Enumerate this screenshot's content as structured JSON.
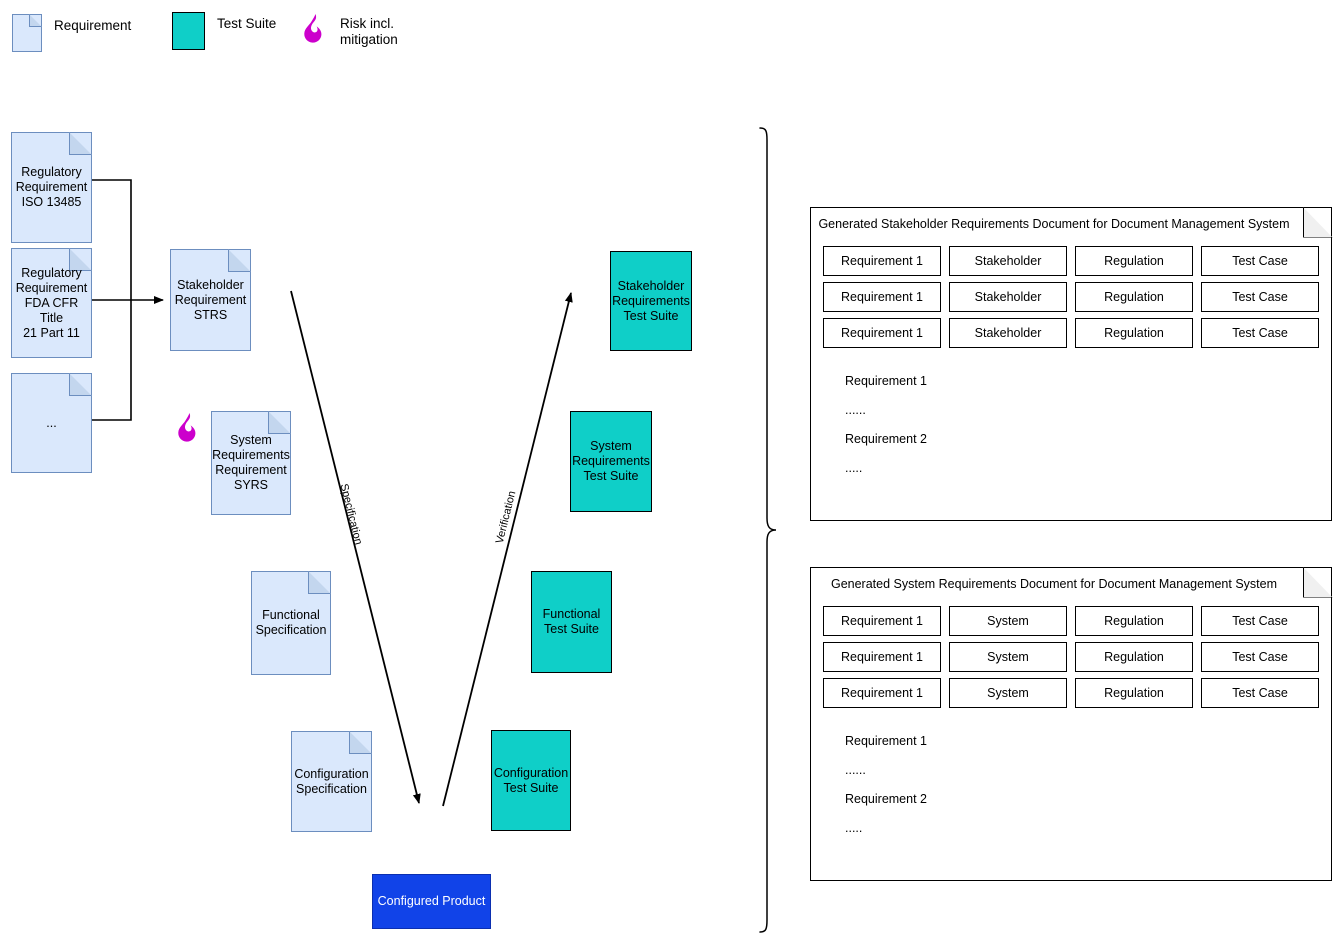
{
  "legend": {
    "items": [
      {
        "id": "requirement",
        "icon": "document-icon",
        "label": "Requirement",
        "color": "#dae8fc"
      },
      {
        "id": "test-suite",
        "icon": "square-icon",
        "label": "Test Suite",
        "color": "#0fcfc8"
      },
      {
        "id": "risk",
        "icon": "flame-icon",
        "label": "Risk incl.\nmitigation",
        "color": "#cc00cc"
      }
    ]
  },
  "vmodel": {
    "left_branch_label": "Specification",
    "right_branch_label": "Verification",
    "requirements": [
      {
        "id": "reg-iso",
        "label": "Regulatory\nRequirement\nISO 13485"
      },
      {
        "id": "reg-fda",
        "label": "Regulatory\nRequirement\nFDA CFR Title\n21 Part 11"
      },
      {
        "id": "reg-more",
        "label": "..."
      },
      {
        "id": "strs",
        "label": "Stakeholder\nRequirement\nSTRS"
      },
      {
        "id": "syrs",
        "label": "System\nRequirements\nRequirement\nSYRS"
      },
      {
        "id": "func-spec",
        "label": "Functional\nSpecification"
      },
      {
        "id": "config-spec",
        "label": "Configuration\nSpecification"
      }
    ],
    "test_suites": [
      {
        "id": "stakeholder-suite",
        "label": "Stakeholder\nRequirements\nTest Suite"
      },
      {
        "id": "system-suite",
        "label": "System\nRequirements\nTest Suite"
      },
      {
        "id": "functional-suite",
        "label": "Functional\nTest Suite"
      },
      {
        "id": "configuration-suite",
        "label": "Configuration\nTest Suite"
      }
    ],
    "product": {
      "id": "configured-product",
      "label": "Configured Product"
    },
    "risk_marker": {
      "id": "syrs-risk",
      "icon": "flame-icon"
    }
  },
  "generated_documents": [
    {
      "id": "stakeholder-doc",
      "title": "Generated Stakeholder Requirements Document for Document Management System",
      "rows": [
        [
          "Requirement 1",
          "Stakeholder",
          "Regulation",
          "Test Case"
        ],
        [
          "Requirement 1",
          "Stakeholder",
          "Regulation",
          "Test Case"
        ],
        [
          "Requirement 1",
          "Stakeholder",
          "Regulation",
          "Test Case"
        ]
      ],
      "body": [
        "Requirement 1",
        "......",
        "Requirement 2",
        "....."
      ]
    },
    {
      "id": "system-doc",
      "title": "Generated System Requirements Document for Document Management System",
      "rows": [
        [
          "Requirement 1",
          "System",
          "Regulation",
          "Test Case"
        ],
        [
          "Requirement 1",
          "System",
          "Regulation",
          "Test Case"
        ],
        [
          "Requirement 1",
          "System",
          "Regulation",
          "Test Case"
        ]
      ],
      "body": [
        "Requirement 1",
        "......",
        "Requirement 2",
        "....."
      ]
    }
  ],
  "colors": {
    "requirement_fill": "#dae8fc",
    "requirement_stroke": "#6c8ebf",
    "test_suite_fill": "#0fcfc8",
    "product_fill": "#1143e8",
    "risk_icon": "#cc00cc",
    "line": "#000000"
  }
}
